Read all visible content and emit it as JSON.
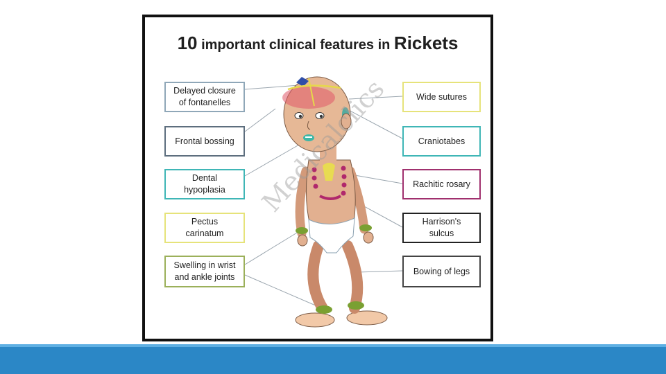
{
  "slide": {
    "accent_color": "#2b87c6"
  },
  "figure": {
    "title_number": "10",
    "title_middle": "important clinical features in",
    "title_end": "Rickets",
    "watermark": "Medicalclics",
    "left_features": [
      {
        "line1": "Delayed closure",
        "line2": "of fontanelles",
        "border": "#8fa7b8"
      },
      {
        "line1": "Frontal bossing",
        "line2": "",
        "border": "#5d6e7e"
      },
      {
        "line1": "Dental",
        "line2": "hypoplasia",
        "border": "#3fb6b6"
      },
      {
        "line1": "Pectus",
        "line2": "carinatum",
        "border": "#e6e37a"
      },
      {
        "line1": "Swelling in wrist",
        "line2": "and ankle joints",
        "border": "#9bb05a"
      }
    ],
    "right_features": [
      {
        "line1": "Wide sutures",
        "line2": "",
        "border": "#e6e37a"
      },
      {
        "line1": "Craniotabes",
        "line2": "",
        "border": "#3fb6b6"
      },
      {
        "line1": "Rachitic rosary",
        "line2": "",
        "border": "#a0306e"
      },
      {
        "line1": "Harrison's",
        "line2": "sulcus",
        "border": "#222222"
      },
      {
        "line1": "Bowing of legs",
        "line2": "",
        "border": "#444444"
      }
    ]
  }
}
